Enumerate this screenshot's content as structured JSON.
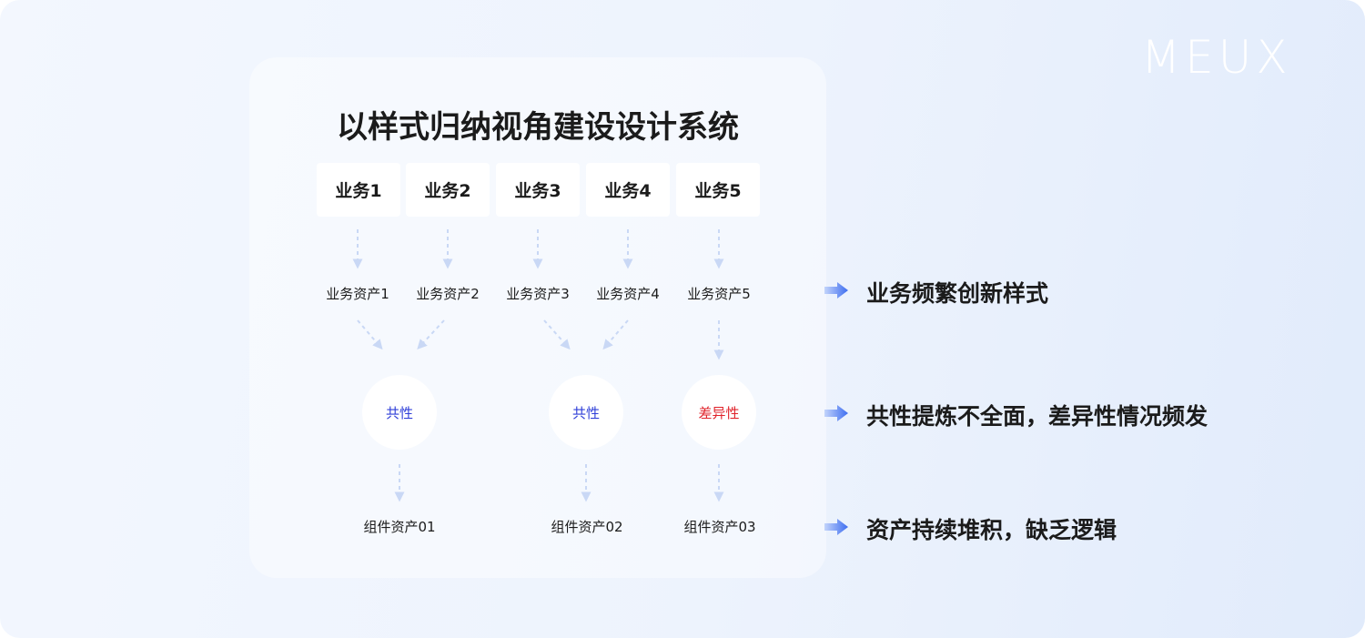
{
  "logo": "MEUX",
  "title": "以样式归纳视角建设设计系统",
  "businesses": [
    "业务1",
    "业务2",
    "业务3",
    "业务4",
    "业务5"
  ],
  "business_assets": [
    "业务资产1",
    "业务资产2",
    "业务资产3",
    "业务资产4",
    "业务资产5"
  ],
  "groups": [
    {
      "label": "共性",
      "color": "#2f3fd8"
    },
    {
      "label": "共性",
      "color": "#2f3fd8"
    },
    {
      "label": "差异性",
      "color": "#e0232b"
    }
  ],
  "component_assets": [
    "组件资产01",
    "组件资产02",
    "组件资产03"
  ],
  "conclusions": [
    "业务频繁创新样式",
    "共性提炼不全面，差异性情况频发",
    "资产持续堆积，缺乏逻辑"
  ],
  "colors": {
    "arrow": "#c9d8f5",
    "accent": "#3d6df0"
  }
}
